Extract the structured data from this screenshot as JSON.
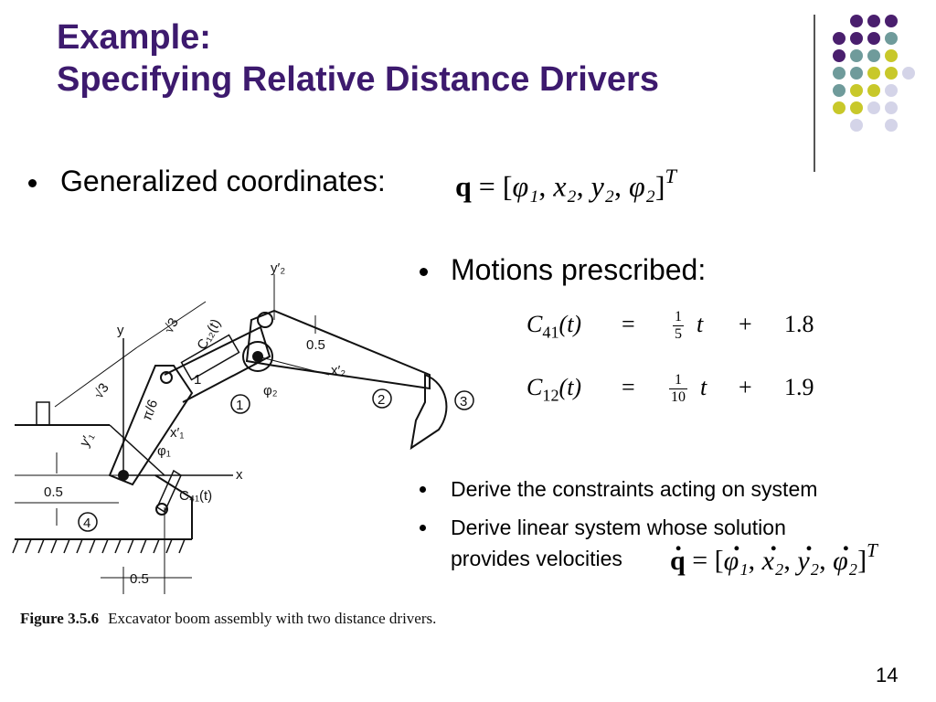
{
  "title": {
    "line1": "Example:",
    "line2": "Specifying Relative Distance Drivers"
  },
  "colors": {
    "title": "#3d1a6e",
    "dot_purple": "#4a1f6e",
    "dot_teal": "#6f9b9b",
    "dot_yellow": "#c8c82a",
    "dot_lavender": "#d4d4e8"
  },
  "bullet1": {
    "label": "Generalized coordinates:",
    "vector_name": "q",
    "equals": "=",
    "components": [
      "φ₁",
      "x₂",
      "y₂",
      "φ₂"
    ],
    "transpose": "T"
  },
  "bullet2": {
    "label": "Motions prescribed:"
  },
  "equations": [
    {
      "lhs": "C",
      "lhs_sub": "41",
      "arg": "(t)",
      "eq": "=",
      "frac_num": "1",
      "frac_den": "5",
      "var": "t",
      "op": "+",
      "const": "1.8"
    },
    {
      "lhs": "C",
      "lhs_sub": "12",
      "arg": "(t)",
      "eq": "=",
      "frac_num": "1",
      "frac_den": "10",
      "var": "t",
      "op": "+",
      "const": "1.9"
    }
  ],
  "sub_bullets": [
    "Derive the constraints acting on system",
    "Derive linear system whose solution"
  ],
  "sub_bullet_cont": "provides velocities",
  "velocity_vector": {
    "name": "q",
    "equals": "=",
    "transpose": "T"
  },
  "figure": {
    "labels": {
      "y2p": "y′₂",
      "y": "y",
      "sqrt3_top": "√3",
      "c12": "C₁₂(t)",
      "l1": "1",
      "val05_right": "0.5",
      "x2p": "x′₂",
      "sqrt3_left": "√3",
      "pi6": "π/6",
      "phi2": "φ₂",
      "body1": "1",
      "body2": "2",
      "body3": "3",
      "y1p": "y′₁",
      "x1p": "x′₁",
      "phi1": "φ₁",
      "x": "x",
      "val05_left": "0.5",
      "c41": "C₄₁(t)",
      "body4": "4",
      "val05_bottom": "0.5"
    },
    "caption_label": "Figure 3.5.6",
    "caption_text": "Excavator boom assembly with two distance drivers."
  },
  "page_number": "14"
}
